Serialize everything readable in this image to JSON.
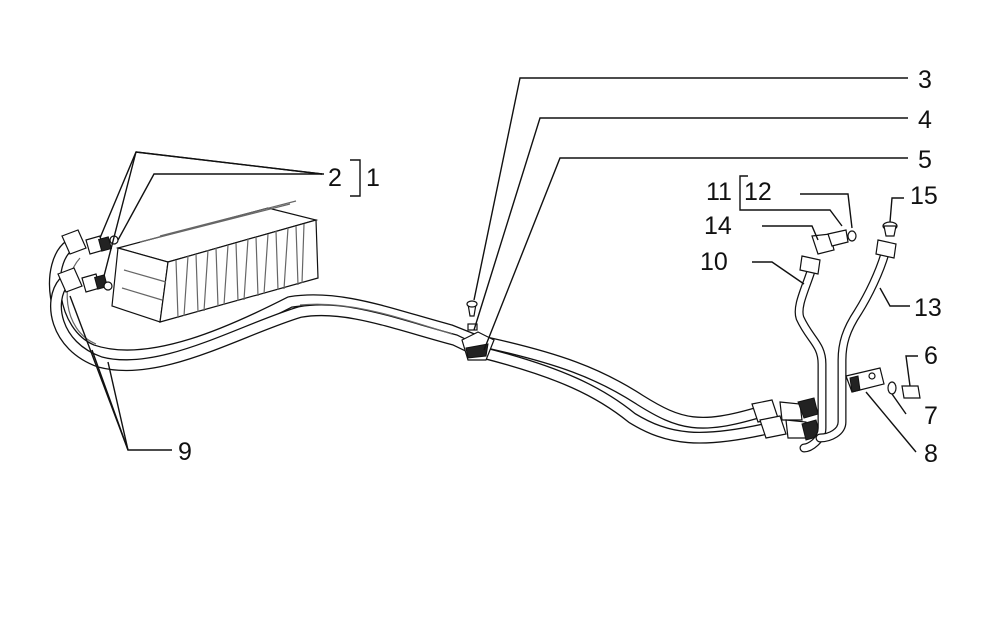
{
  "callouts": [
    {
      "id": "c1",
      "text": "1"
    },
    {
      "id": "c2",
      "text": "2"
    },
    {
      "id": "c3",
      "text": "3"
    },
    {
      "id": "c4",
      "text": "4"
    },
    {
      "id": "c5",
      "text": "5"
    },
    {
      "id": "c6",
      "text": "6"
    },
    {
      "id": "c7",
      "text": "7"
    },
    {
      "id": "c8",
      "text": "8"
    },
    {
      "id": "c9",
      "text": "9"
    },
    {
      "id": "c10",
      "text": "10"
    },
    {
      "id": "c11",
      "text": "11"
    },
    {
      "id": "c12",
      "text": "12"
    },
    {
      "id": "c13",
      "text": "13"
    },
    {
      "id": "c14",
      "text": "14"
    },
    {
      "id": "c15",
      "text": "15"
    }
  ]
}
